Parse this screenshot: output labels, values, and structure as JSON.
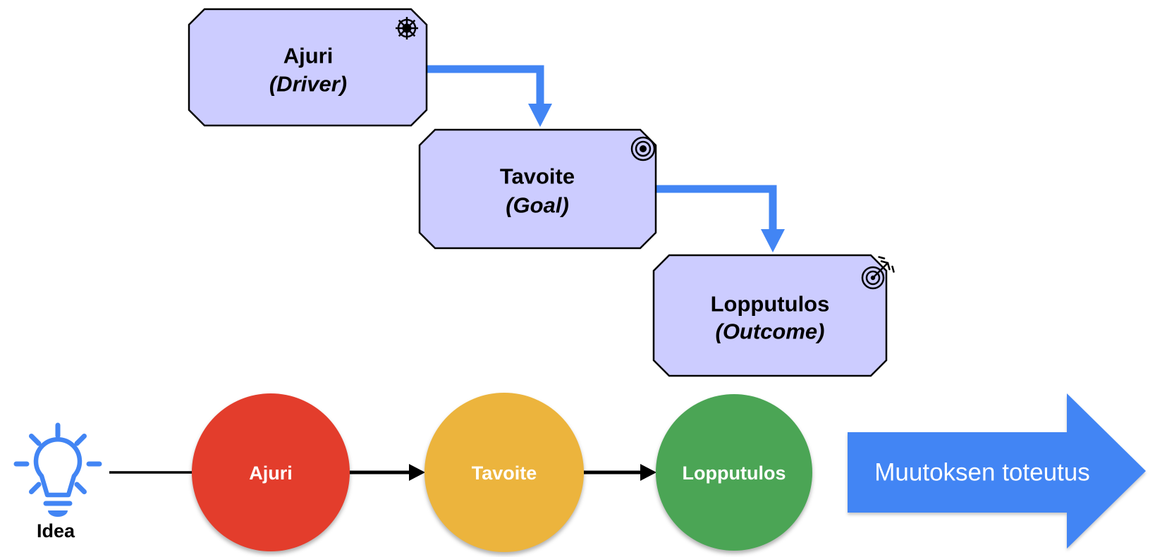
{
  "diagram": {
    "motivation_chain": {
      "box_fill": "#CCCCFF",
      "box_border": "#000000",
      "connector_color": "#4285F4",
      "boxes": [
        {
          "title": "Ajuri",
          "subtitle": "(Driver)",
          "icon": "ship-wheel-icon"
        },
        {
          "title": "Tavoite",
          "subtitle": "(Goal)",
          "icon": "goal-rings-icon"
        },
        {
          "title": "Lopputulos",
          "subtitle": "(Outcome)",
          "icon": "target-arrow-icon"
        }
      ]
    },
    "idea_flow": {
      "idea": {
        "label": "Idea",
        "icon_color": "#4285F4"
      },
      "steps": [
        {
          "label": "Ajuri",
          "color": "#E33D2C"
        },
        {
          "label": "Tavoite",
          "color": "#ECB43D"
        },
        {
          "label": "Lopputulos",
          "color": "#4BA555"
        }
      ],
      "big_arrow": {
        "label": "Muutoksen toteutus",
        "color": "#4285F4"
      }
    }
  }
}
